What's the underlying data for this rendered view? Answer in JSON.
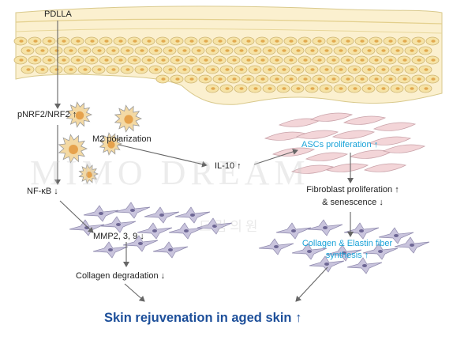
{
  "labels": {
    "pdlla": "PDLLA",
    "pnrf2": "pNRF2/NRF2",
    "m2": "M2 polarization",
    "nfkb": "NF-κB",
    "il10": "IL-10",
    "ascs": "ASCs proliferation",
    "fibro1": "Fibroblast proliferation",
    "fibro2": "& senescence",
    "mmp": "MMP2, 3, 9",
    "collagen_deg": "Collagen degradation",
    "synth1": "Collagen & Elastin fiber",
    "synth2": "synthesis",
    "title": "Skin rejuvenation in aged skin",
    "up": "↑",
    "down": "↓"
  },
  "watermark": {
    "latin": "MIMO DREAM",
    "korean": "드림의원"
  },
  "colors": {
    "text": "#222222",
    "blue_text": "#1aa3d8",
    "title": "#1d4f9a",
    "skin_cell": "#f6e3a6",
    "macrophage": "#f3d9a4",
    "fibroblast": "#c9c4dd",
    "asc": "#f3d5d8"
  },
  "icons": [
    "macrophage-cell-icon",
    "fibroblast-cell-icon",
    "asc-cell-icon",
    "skin-tissue-illustration"
  ]
}
